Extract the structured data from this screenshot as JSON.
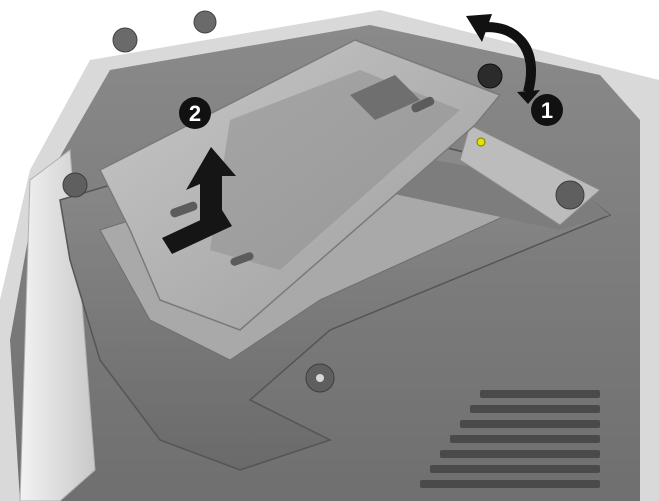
{
  "steps": [
    {
      "number": "1",
      "action": "rotate"
    },
    {
      "number": "2",
      "action": "lift"
    }
  ],
  "colors": {
    "background": "#ffffff",
    "housing": "#9a9a9a",
    "housing_dark": "#6e6e6e",
    "bracket": "#b9b9b9",
    "bracket_edge": "#8c8c8c",
    "marker": "#111111",
    "screw_highlight": "#e8e000"
  },
  "icons": {
    "rotate_arrow": "curved-rotate-arrow-icon",
    "lift_arrow": "up-arrow-icon"
  }
}
